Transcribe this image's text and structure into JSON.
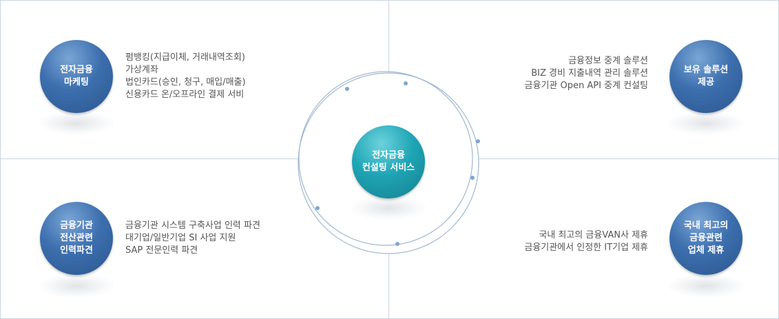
{
  "center": {
    "title": "전자금융\n컨설팅 서비스",
    "color": "#1fa5b5"
  },
  "quadrants": [
    {
      "id": "tl",
      "title": "전자금융\n마케팅",
      "color": "#3d6fae",
      "items": [
        "펌뱅킹(지급이체, 거래내역조회)",
        "가상계좌",
        "법인카드(승인, 청구, 매입/매출)",
        "신용카드 온/오프라인 결제 서비"
      ]
    },
    {
      "id": "tr",
      "title": "보유 솔루션\n제공",
      "color": "#3d6fae",
      "items": [
        "금융정보 중계 솔루션",
        "BIZ 경비 지출내역 관리 솔루션",
        "금융기관 Open API 중계 컨설팅"
      ]
    },
    {
      "id": "bl",
      "title": "금융기관\n전산관련\n인력파견",
      "color": "#3d6fae",
      "items": [
        "금융기관 시스템 구축사업 인력 파견",
        "대기업/일반기업 SI 사업 지원",
        "SAP 전문인력 파견"
      ]
    },
    {
      "id": "br",
      "title": "국내 최고의\n금융관련\n업체 제휴",
      "color": "#3d6fae",
      "items": [
        "국내 최고의 금융VAN사 제휴",
        "금융기관에서 인정한 IT기업 제휴"
      ]
    }
  ]
}
